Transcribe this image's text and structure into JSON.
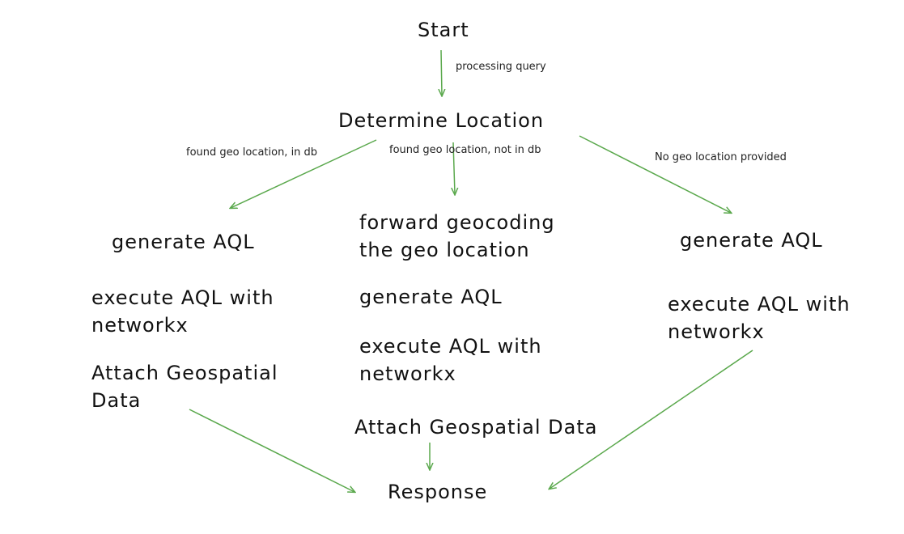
{
  "colors": {
    "arrow": "#5aa84c",
    "text": "#111111",
    "background": "#ffffff"
  },
  "nodes": {
    "start": "Start",
    "determine_location": "Determine Location",
    "left": {
      "generate_aql": "generate AQL",
      "execute_aql_line1": "execute AQL with",
      "execute_aql_line2": "networkx",
      "attach_line1": "Attach Geospatial",
      "attach_line2": "Data"
    },
    "middle": {
      "forward_geocoding_line1": "forward geocoding",
      "forward_geocoding_line2": "the geo location",
      "generate_aql": "generate AQL",
      "execute_aql_line1": "execute AQL with",
      "execute_aql_line2": "networkx",
      "attach": "Attach Geospatial Data"
    },
    "right": {
      "generate_aql": "generate AQL",
      "execute_aql_line1": "execute AQL with",
      "execute_aql_line2": "networkx"
    },
    "response": "Response"
  },
  "edge_labels": {
    "processing_query": "processing query",
    "found_in_db": "found geo location, in db",
    "found_not_in_db": "found geo location, not in db",
    "no_geo": "No geo location provided"
  }
}
